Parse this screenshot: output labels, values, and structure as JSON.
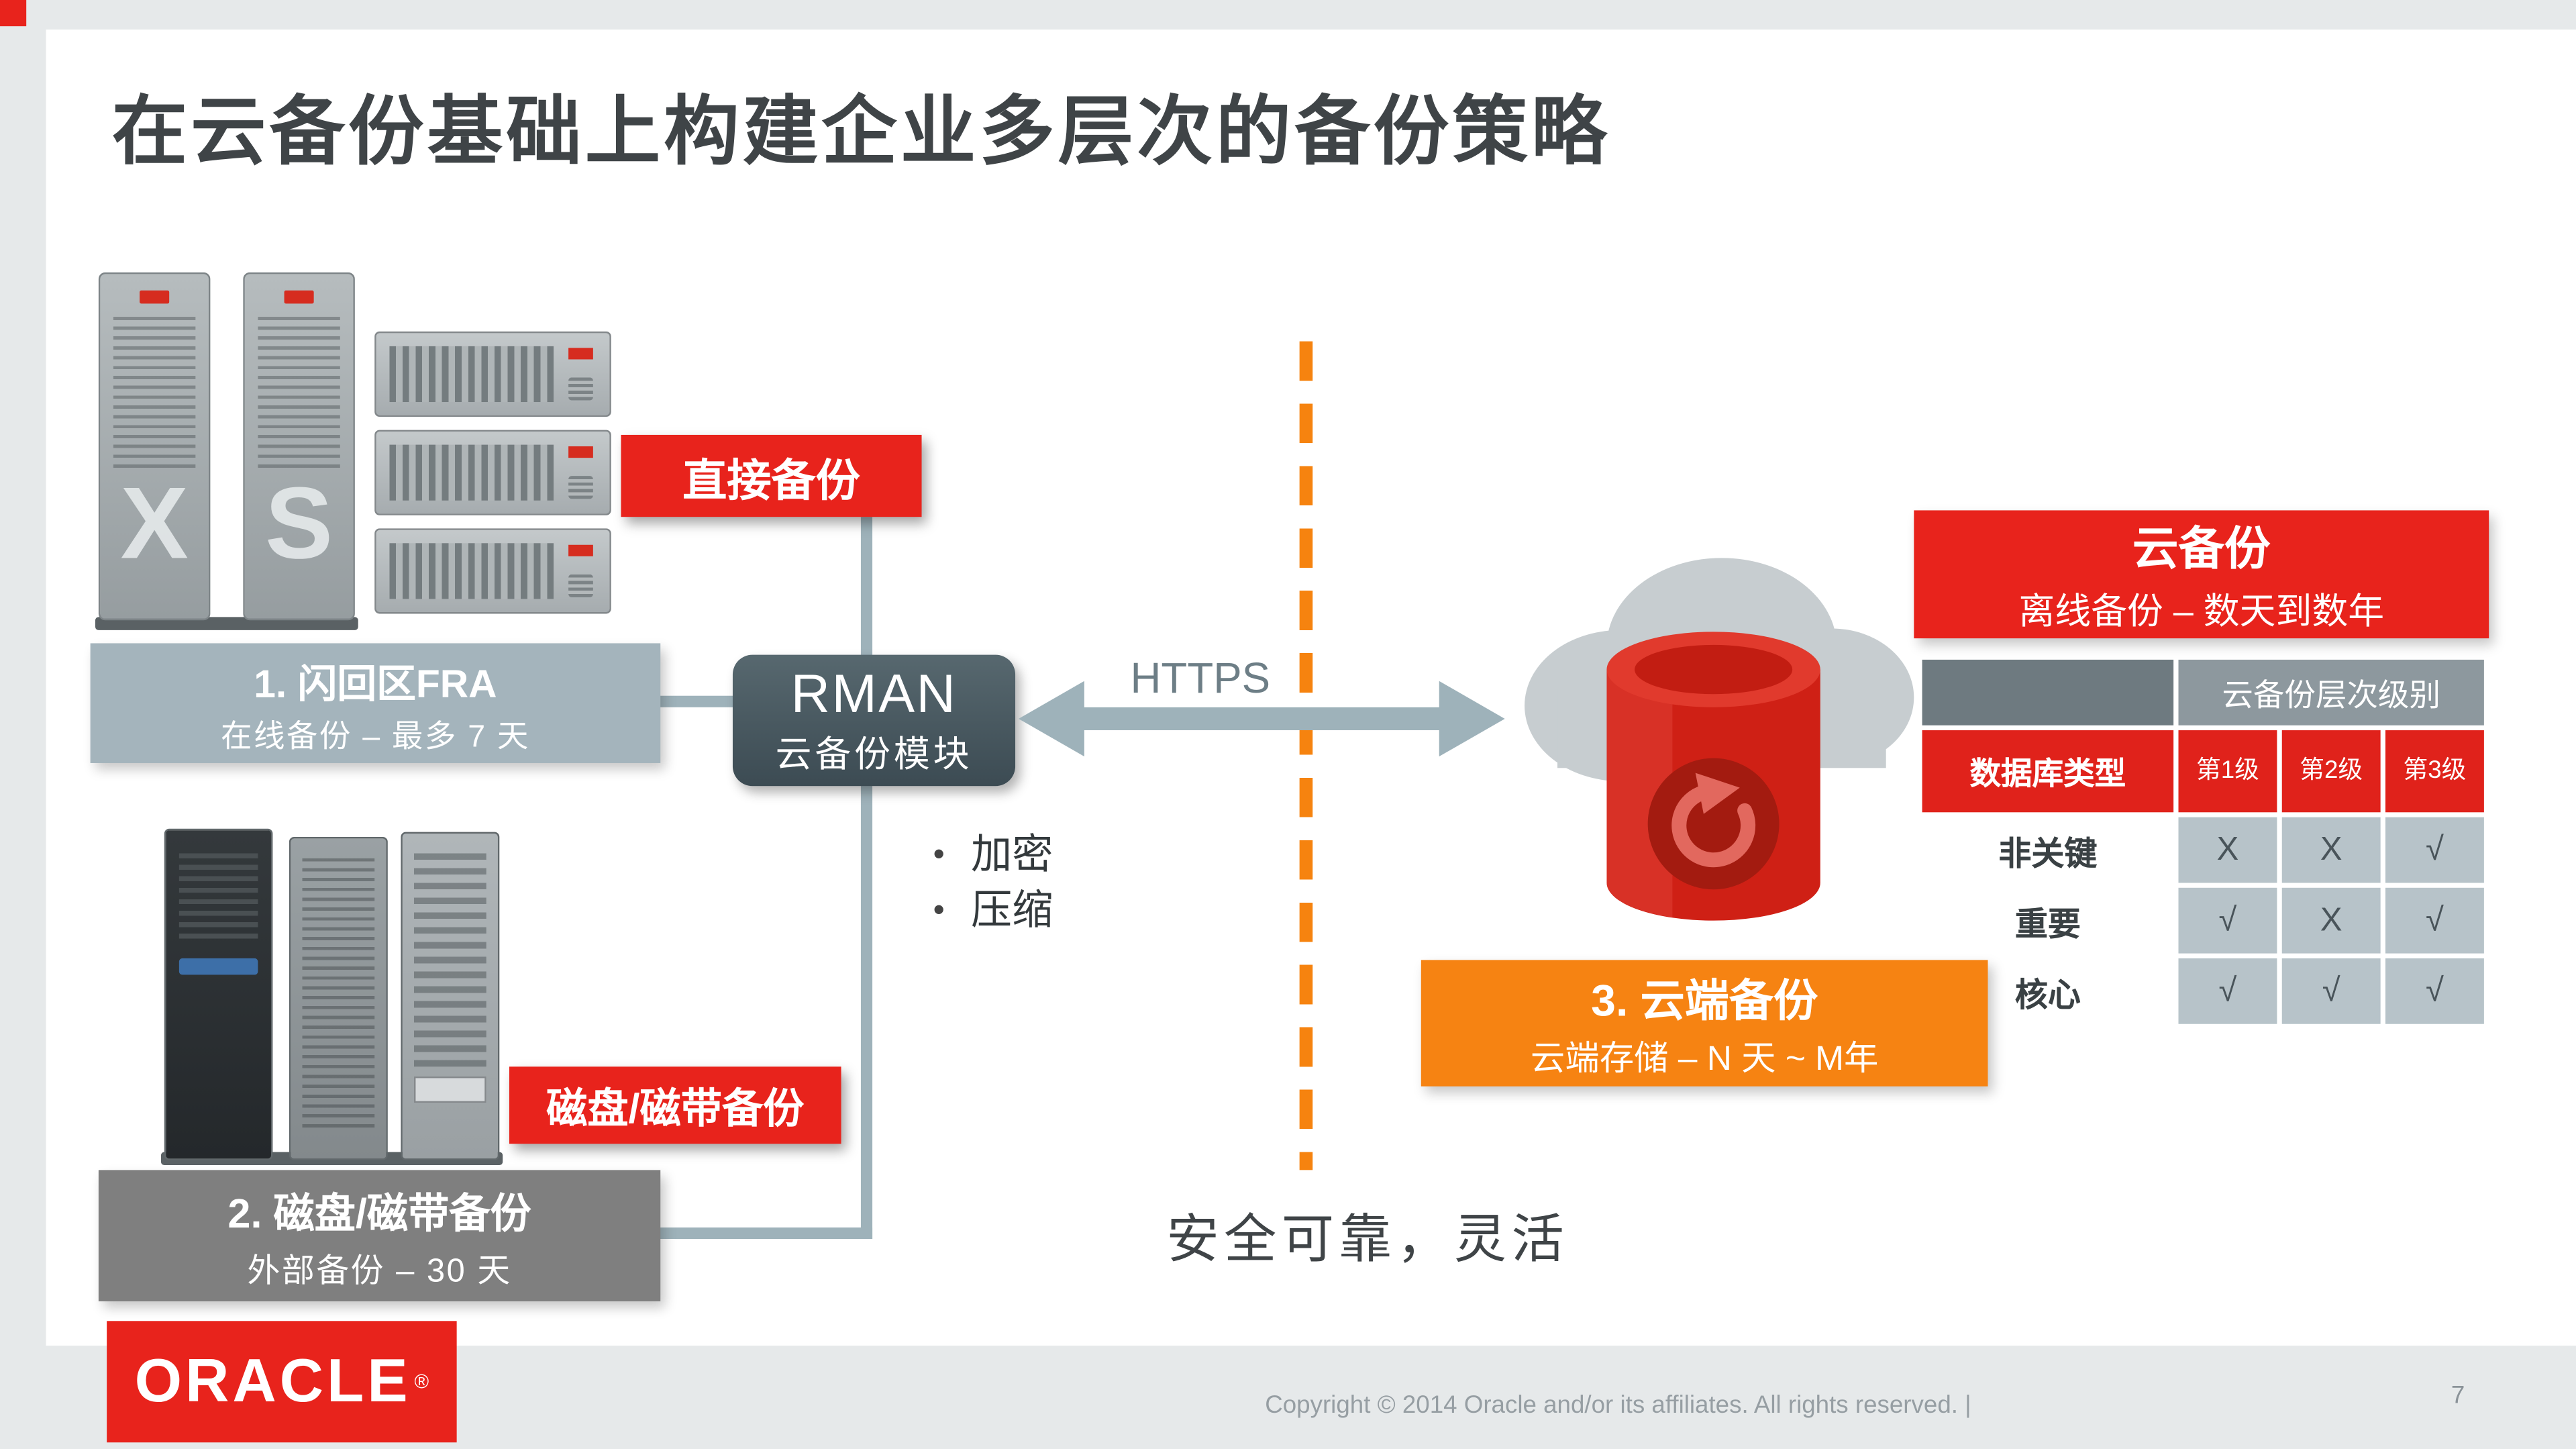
{
  "slide": {
    "title": "在云备份基础上构建企业多层次的备份策略",
    "page_number": "7",
    "copyright": "Copyright © 2014 Oracle and/or its affiliates. All rights reserved.  |",
    "logo_text": "ORACLE",
    "logo_registered": "®"
  },
  "diagram": {
    "tower_letter_x": "X",
    "tower_letter_s": "S",
    "direct_backup_label": "直接备份",
    "fra_box": {
      "title": "1. 闪回区FRA",
      "subtitle": "在线备份 – 最多 7 天"
    },
    "rman_box": {
      "title": "RMAN",
      "subtitle": "云备份模块"
    },
    "https_label": "HTTPS",
    "bullet_glyph": "•",
    "bullet_1": "加密",
    "bullet_2": "压缩",
    "disk_tape_label": "磁盘/磁带备份",
    "disk_tape_box": {
      "title": "2. 磁盘/磁带备份",
      "subtitle": "外部备份 – 30 天"
    },
    "cloud_backup_box": {
      "title": "云备份",
      "subtitle": "离线备份 – 数天到数年"
    },
    "cloud_storage_box": {
      "title": "3. 云端备份",
      "subtitle": "云端存储 – N 天 ~ M年"
    },
    "secure_label": "安全可靠，灵活"
  },
  "table": {
    "corner": "",
    "tier_header": "云备份层次级别",
    "row_header": "数据库类型",
    "tiers": [
      "第1级",
      "第2级",
      "第3级"
    ],
    "rows": [
      {
        "label": "非关键",
        "values": [
          "X",
          "X",
          "√"
        ]
      },
      {
        "label": "重要",
        "values": [
          "√",
          "X",
          "√"
        ]
      },
      {
        "label": "核心",
        "values": [
          "√",
          "√",
          "√"
        ]
      }
    ]
  },
  "colors": {
    "oracle_red": "#e8231c",
    "orange": "#f68312",
    "slate": "#46555f",
    "gray_blue": "#a4b4bc",
    "connector": "#9eb2ba",
    "table_cell": "#b7c3c9"
  }
}
